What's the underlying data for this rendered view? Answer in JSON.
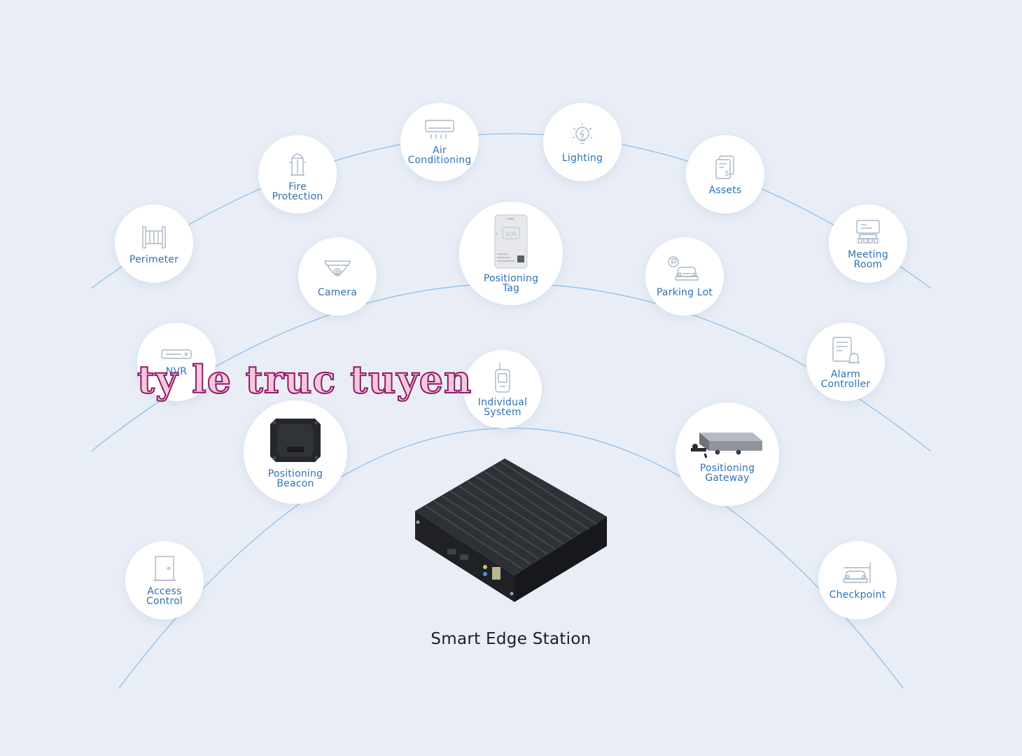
{
  "center": {
    "label": "Smart Edge Station"
  },
  "watermark": "ty le truc tuyen",
  "colors": {
    "background": "#e9eef6",
    "arc": "#8fc0ea",
    "label": "#2f73b3",
    "icon": "#a9b7c8"
  },
  "nodes": {
    "perimeter": {
      "label": "Perimeter",
      "icon": "fence-icon"
    },
    "fire_protection": {
      "label": "Fire\nProtection",
      "icon": "fire-hydrant-icon"
    },
    "air_conditioning": {
      "label": "Air\nConditioning",
      "icon": "air-conditioner-icon"
    },
    "lighting": {
      "label": "Lighting",
      "icon": "light-bulb-icon"
    },
    "assets": {
      "label": "Assets",
      "icon": "document-assets-icon"
    },
    "meeting_room": {
      "label": "Meeting\nRoom",
      "icon": "meeting-room-icon"
    },
    "camera": {
      "label": "Camera",
      "icon": "dome-camera-icon"
    },
    "positioning_tag": {
      "label": "Positioning\nTag",
      "icon": "sos-tag-icon"
    },
    "parking_lot": {
      "label": "Parking Lot",
      "icon": "parking-car-icon"
    },
    "nvr": {
      "label": "NVR",
      "icon": "nvr-icon"
    },
    "alarm_controller": {
      "label": "Alarm\nController",
      "icon": "alarm-controller-icon"
    },
    "individual_system": {
      "label": "Individual\nSystem",
      "icon": "handheld-radio-icon"
    },
    "positioning_beacon": {
      "label": "Positioning\nBeacon",
      "icon": "beacon-icon"
    },
    "positioning_gateway": {
      "label": "Positioning\nGateway",
      "icon": "gateway-icon"
    },
    "access_control": {
      "label": "Access\nControl",
      "icon": "door-icon"
    },
    "checkpoint": {
      "label": "Checkpoint",
      "icon": "barrier-car-icon"
    }
  }
}
